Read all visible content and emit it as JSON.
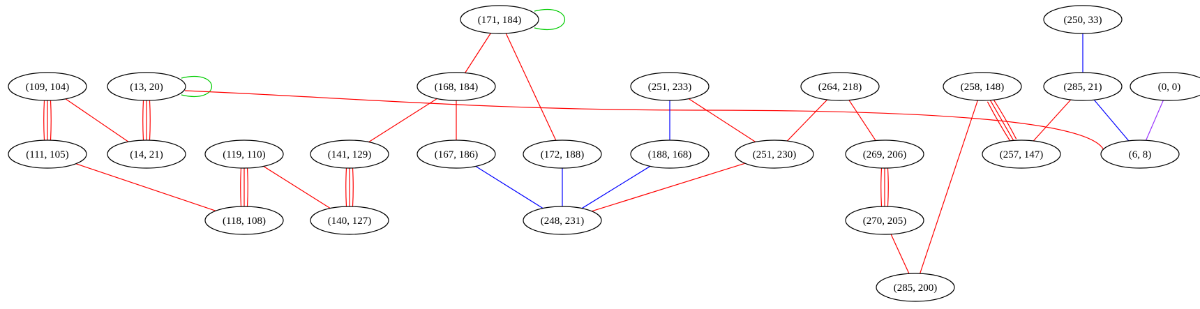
{
  "colors": {
    "red": "#ff0000",
    "blue": "#0000ff",
    "green": "#00cc00",
    "purple": "#9933ff",
    "node_stroke": "#000000",
    "background": "#ffffff"
  },
  "nodes": [
    {
      "id": "n171_184",
      "label": "(171, 184)"
    },
    {
      "id": "n250_33",
      "label": "(250, 33)"
    },
    {
      "id": "n109_104",
      "label": "(109, 104)"
    },
    {
      "id": "n13_20",
      "label": "(13, 20)"
    },
    {
      "id": "n168_184",
      "label": "(168, 184)"
    },
    {
      "id": "n251_233",
      "label": "(251, 233)"
    },
    {
      "id": "n264_218",
      "label": "(264, 218)"
    },
    {
      "id": "n258_148",
      "label": "(258, 148)"
    },
    {
      "id": "n285_21",
      "label": "(285, 21)"
    },
    {
      "id": "n0_0",
      "label": "(0, 0)"
    },
    {
      "id": "n111_105",
      "label": "(111, 105)"
    },
    {
      "id": "n14_21",
      "label": "(14, 21)"
    },
    {
      "id": "n119_110",
      "label": "(119, 110)"
    },
    {
      "id": "n141_129",
      "label": "(141, 129)"
    },
    {
      "id": "n167_186",
      "label": "(167, 186)"
    },
    {
      "id": "n172_188",
      "label": "(172, 188)"
    },
    {
      "id": "n188_168",
      "label": "(188, 168)"
    },
    {
      "id": "n251_230",
      "label": "(251, 230)"
    },
    {
      "id": "n269_206",
      "label": "(269, 206)"
    },
    {
      "id": "n257_147",
      "label": "(257, 147)"
    },
    {
      "id": "n6_8",
      "label": "(6, 8)"
    },
    {
      "id": "n118_108",
      "label": "(118, 108)"
    },
    {
      "id": "n140_127",
      "label": "(140, 127)"
    },
    {
      "id": "n248_231",
      "label": "(248, 231)"
    },
    {
      "id": "n270_205",
      "label": "(270, 205)"
    },
    {
      "id": "n285_200",
      "label": "(285, 200)"
    }
  ],
  "edges": [
    {
      "from": "n171_184",
      "to": "n171_184",
      "color": "green",
      "count": 1
    },
    {
      "from": "n13_20",
      "to": "n13_20",
      "color": "green",
      "count": 1
    },
    {
      "from": "n171_184",
      "to": "n168_184",
      "color": "red",
      "count": 1
    },
    {
      "from": "n171_184",
      "to": "n172_188",
      "color": "red",
      "count": 1
    },
    {
      "from": "n168_184",
      "to": "n141_129",
      "color": "red",
      "count": 1
    },
    {
      "from": "n168_184",
      "to": "n167_186",
      "color": "red",
      "count": 1
    },
    {
      "from": "n109_104",
      "to": "n111_105",
      "color": "red",
      "count": 3
    },
    {
      "from": "n109_104",
      "to": "n14_21",
      "color": "red",
      "count": 1
    },
    {
      "from": "n13_20",
      "to": "n14_21",
      "color": "red",
      "count": 3
    },
    {
      "from": "n13_20",
      "to": "n6_8",
      "color": "red",
      "count": 1
    },
    {
      "from": "n111_105",
      "to": "n118_108",
      "color": "red",
      "count": 1
    },
    {
      "from": "n119_110",
      "to": "n118_108",
      "color": "red",
      "count": 3
    },
    {
      "from": "n119_110",
      "to": "n140_127",
      "color": "red",
      "count": 1
    },
    {
      "from": "n141_129",
      "to": "n140_127",
      "color": "red",
      "count": 3
    },
    {
      "from": "n167_186",
      "to": "n248_231",
      "color": "blue",
      "count": 1
    },
    {
      "from": "n172_188",
      "to": "n248_231",
      "color": "blue",
      "count": 1
    },
    {
      "from": "n188_168",
      "to": "n248_231",
      "color": "blue",
      "count": 1
    },
    {
      "from": "n251_230",
      "to": "n248_231",
      "color": "red",
      "count": 1
    },
    {
      "from": "n251_233",
      "to": "n188_168",
      "color": "blue",
      "count": 1
    },
    {
      "from": "n251_233",
      "to": "n251_230",
      "color": "red",
      "count": 1
    },
    {
      "from": "n264_218",
      "to": "n251_230",
      "color": "red",
      "count": 1
    },
    {
      "from": "n264_218",
      "to": "n269_206",
      "color": "red",
      "count": 1
    },
    {
      "from": "n269_206",
      "to": "n270_205",
      "color": "red",
      "count": 3
    },
    {
      "from": "n270_205",
      "to": "n285_200",
      "color": "red",
      "count": 1
    },
    {
      "from": "n258_148",
      "to": "n257_147",
      "color": "red",
      "count": 3
    },
    {
      "from": "n258_148",
      "to": "n285_200",
      "color": "red",
      "count": 1
    },
    {
      "from": "n250_33",
      "to": "n285_21",
      "color": "blue",
      "count": 1
    },
    {
      "from": "n285_21",
      "to": "n257_147",
      "color": "red",
      "count": 1
    },
    {
      "from": "n285_21",
      "to": "n6_8",
      "color": "blue",
      "count": 1
    },
    {
      "from": "n0_0",
      "to": "n6_8",
      "color": "purple",
      "count": 1
    }
  ]
}
